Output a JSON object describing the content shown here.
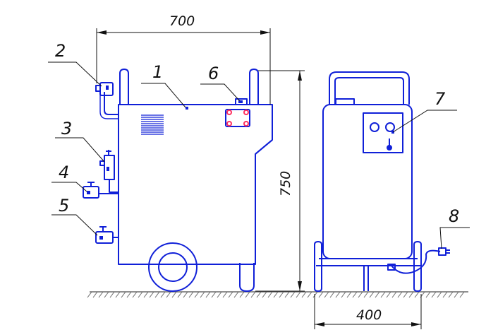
{
  "colors": {
    "outline": "#1020d8",
    "marker": "#ff3060",
    "ink": "#111111",
    "ground": "#6b6b6b"
  },
  "dimensions": {
    "width_side": "700",
    "height": "750",
    "width_front": "400"
  },
  "callouts": {
    "c1": "1",
    "c2": "2",
    "c3": "3",
    "c4": "4",
    "c5": "5",
    "c6": "6",
    "c7": "7",
    "c8": "8"
  }
}
